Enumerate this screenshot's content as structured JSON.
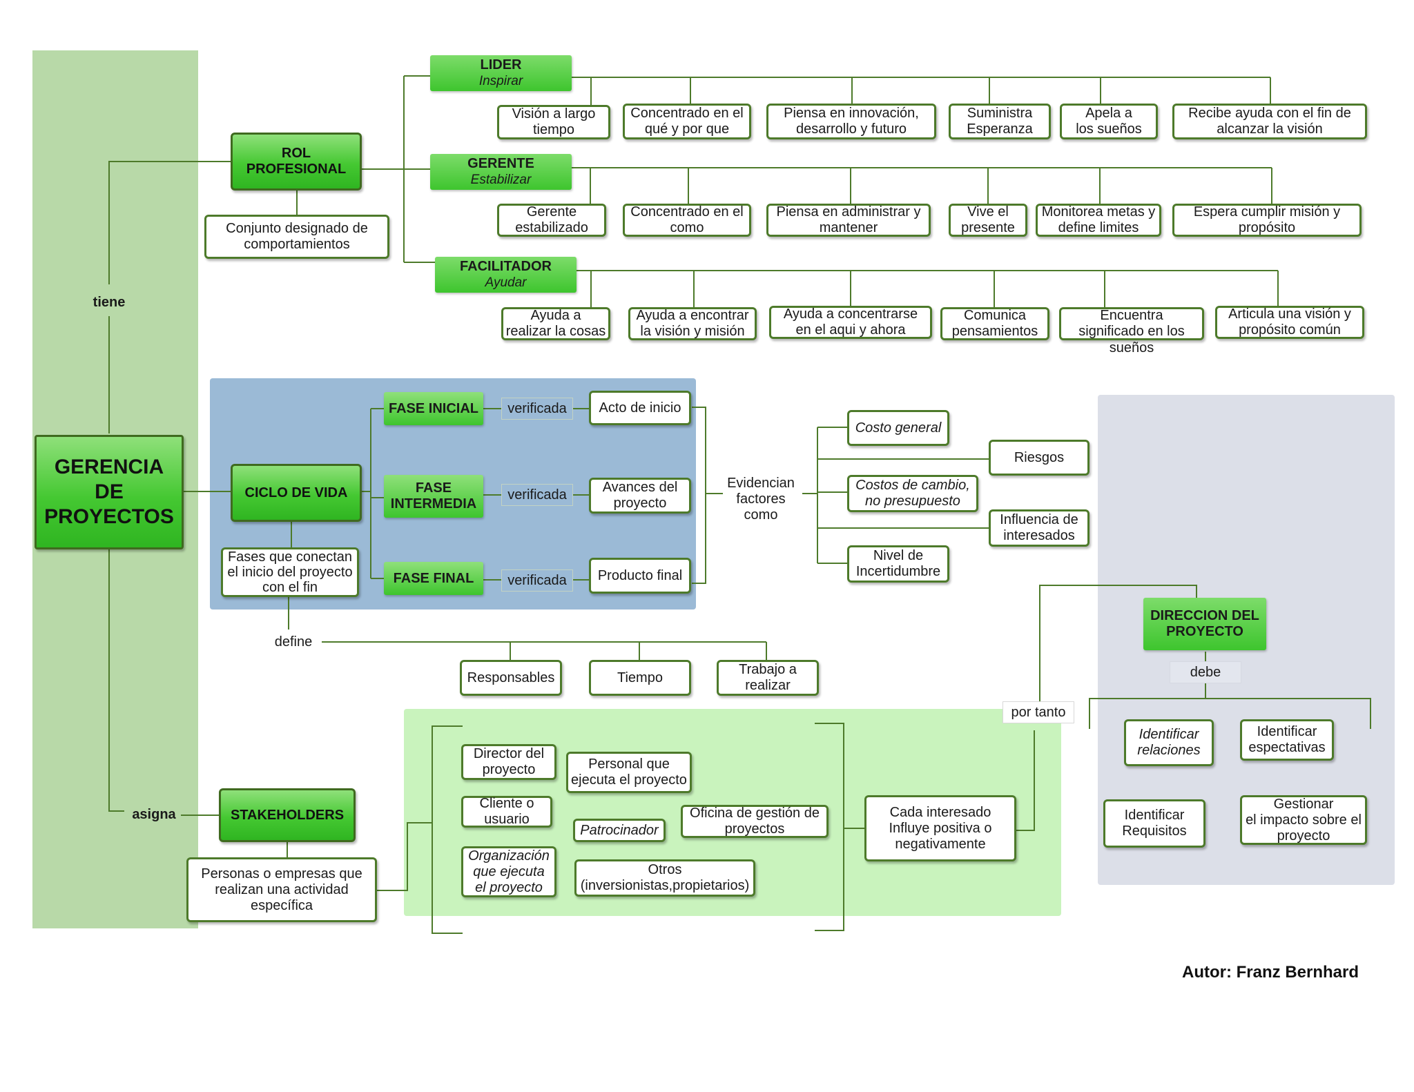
{
  "colors": {
    "accent_green": "#3ec52e",
    "band_left": "#b8d9a8",
    "band_cycle": "#9bbad6",
    "band_stakeholders": "#c9f3bd",
    "band_direction": "#dcdfe8",
    "line": "#4d7a2a"
  },
  "main": {
    "lines": [
      "GERENCIA",
      "DE",
      "PROYECTOS"
    ]
  },
  "connectors": {
    "tiene": "tiene",
    "asigna": "asigna",
    "define": "define",
    "evidencian": [
      "Evidencian",
      "factores",
      "como"
    ],
    "por_tanto": "por tanto",
    "debe": "debe",
    "verificada": "verificada"
  },
  "rol": {
    "title": [
      "ROL",
      "PROFESIONAL"
    ],
    "description": [
      "Conjunto designado de",
      "comportamientos"
    ],
    "roles": [
      {
        "name": "LIDER",
        "verb": "Inspirar",
        "traits": [
          [
            "Visión a largo",
            "tiempo"
          ],
          [
            "Concentrado en el",
            "qué y por que"
          ],
          [
            "Piensa en innovación,",
            "desarrollo y futuro"
          ],
          [
            "Suministra",
            "Esperanza"
          ],
          [
            "Apela a",
            "los sueños"
          ],
          [
            "Recibe ayuda con el fin de",
            "alcanzar la visión"
          ]
        ]
      },
      {
        "name": "GERENTE",
        "verb": "Estabilizar",
        "traits": [
          [
            "Gerente",
            "estabilizado"
          ],
          [
            "Concentrado en el",
            "como"
          ],
          [
            "Piensa en administrar y",
            "mantener"
          ],
          [
            "Vive el",
            "presente"
          ],
          [
            "Monitorea metas y",
            "define limites"
          ],
          [
            "Espera cumplir misión y",
            "propósito"
          ]
        ]
      },
      {
        "name": "FACILITADOR",
        "verb": "Ayudar",
        "traits": [
          [
            "Ayuda a",
            "realizar la cosas"
          ],
          [
            "Ayuda a encontrar",
            "la visión y misión"
          ],
          [
            "Ayuda a concentrarse",
            "en el aqui y ahora"
          ],
          [
            "Comunica",
            "pensamientos"
          ],
          [
            "Encuentra",
            "significado en los",
            "sueños"
          ],
          [
            "Articula una visión y",
            "propósito común"
          ]
        ]
      }
    ]
  },
  "ciclo": {
    "title": "CICLO DE VIDA",
    "description": [
      "Fases que conectan",
      "el inicio del proyecto",
      "con el fin"
    ],
    "phases": [
      {
        "name": [
          "FASE INICIAL"
        ],
        "result": [
          "Acto de inicio"
        ]
      },
      {
        "name": [
          "FASE",
          "INTERMEDIA"
        ],
        "result": [
          "Avances del",
          "proyecto"
        ]
      },
      {
        "name": [
          "FASE FINAL"
        ],
        "result": [
          "Producto final"
        ]
      }
    ],
    "factors": [
      [
        "Costo general"
      ],
      [
        "Riesgos"
      ],
      [
        "Costos de cambio,",
        "no presupuesto"
      ],
      [
        "Influencia de",
        "interesados"
      ],
      [
        "Nivel de",
        "Incertidumbre"
      ]
    ],
    "defines": [
      [
        "Responsables"
      ],
      [
        "Tiempo"
      ],
      [
        "Trabajo a",
        "realizar"
      ]
    ]
  },
  "stakeholders": {
    "title": "STAKEHOLDERS",
    "description": [
      "Personas o empresas que",
      "realizan una actividad",
      "específica"
    ],
    "items": [
      [
        "Director del",
        "proyecto"
      ],
      [
        "Personal que",
        "ejecuta el proyecto"
      ],
      [
        "Cliente o",
        "usuario"
      ],
      [
        "Patrocinador"
      ],
      [
        "Oficina de gestión de",
        "proyectos"
      ],
      [
        "Organización",
        "que ejecuta",
        "el proyecto"
      ],
      [
        "Otros",
        "(inversionistas,propietarios)"
      ]
    ],
    "influence": [
      "Cada interesado",
      "Influye positiva o",
      "negativamente"
    ]
  },
  "direccion": {
    "title": [
      "DIRECCION DEL",
      "PROYECTO"
    ],
    "actions": [
      [
        "Identificar",
        "relaciones"
      ],
      [
        "Identificar",
        "espectativas"
      ],
      [
        "Identificar",
        "Requisitos"
      ],
      [
        "Gestionar",
        "el impacto sobre el",
        "proyecto"
      ]
    ]
  },
  "author": "Autor: Franz Bernhard"
}
